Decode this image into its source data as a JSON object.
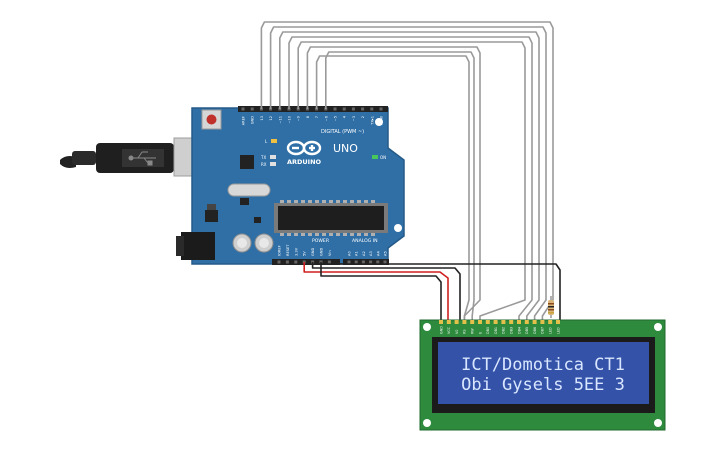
{
  "board": {
    "name": "UNO",
    "brand": "ARDUINO",
    "digital_header": "DIGITAL (PWM ~)",
    "power_header": "POWER",
    "analog_header": "ANALOG IN",
    "led_l": "L",
    "led_tx": "TX",
    "led_rx": "RX",
    "led_on": "ON",
    "digital_pins": [
      "AREF",
      "GND",
      "13",
      "12",
      "~11",
      "~10",
      "~9",
      "8",
      "7",
      "~6",
      "~5",
      "4",
      "~3",
      "2",
      "TX▸1",
      "RX◂0"
    ],
    "power_pins": [
      "IOREF",
      "RESET",
      "3.3V",
      "5V",
      "GND",
      "GND",
      "Vin"
    ],
    "analog_pins": [
      "A0",
      "A1",
      "A2",
      "A3",
      "A4",
      "A5"
    ]
  },
  "lcd": {
    "line1": "ICT/Domotica CT1",
    "line2": "Obi Gysels 5EE 3",
    "pin_labels": [
      "GND",
      "VCC",
      "V0",
      "RS",
      "RW",
      "E",
      "DB0",
      "DB1",
      "DB2",
      "DB3",
      "DB4",
      "DB5",
      "DB6",
      "DB7",
      "LED",
      "LED"
    ]
  },
  "colors": {
    "board": "#2f6fa6",
    "lcd_pcb": "#2e8b3e",
    "lcd_screen": "#3452a8",
    "wire_gray": "#9a9a9a",
    "wire_red": "#d11f1f",
    "wire_black": "#222222"
  },
  "icons": [
    "usb-plug-icon",
    "dc-jack-icon",
    "reset-button-icon",
    "capacitor-icon",
    "crystal-icon",
    "chip-icon",
    "resistor-icon",
    "infinity-logo-icon"
  ]
}
